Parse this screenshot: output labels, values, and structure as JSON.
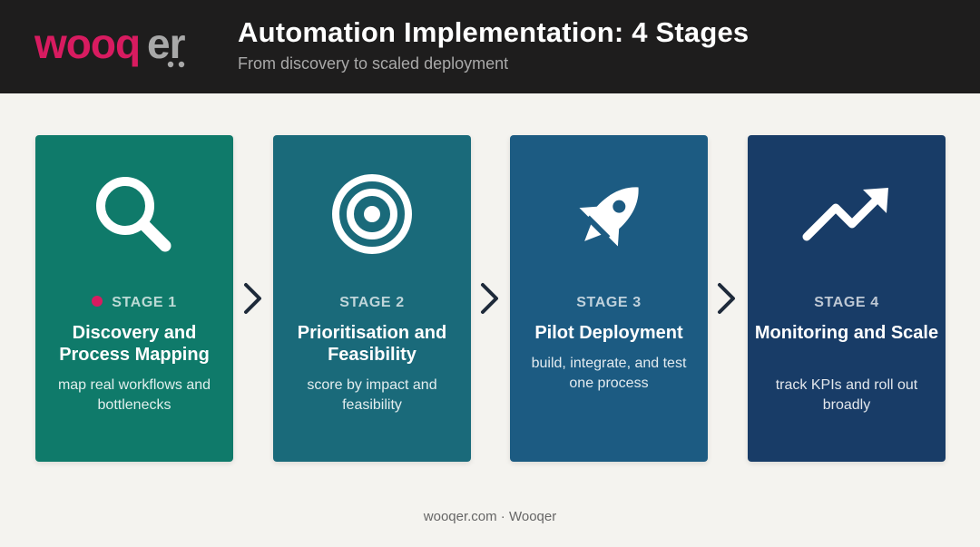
{
  "header": {
    "logo_text": "wooqer",
    "title": "Automation Implementation: 4 Stages",
    "subtitle": "From discovery to scaled deployment"
  },
  "colors": {
    "header_bg": "#1e1d1d",
    "page_bg": "#f4f3ef",
    "brand_pink": "#d81b60",
    "logo_gray": "#a8a8a8",
    "card_1": "#0f7a6a",
    "card_2": "#1a6a7a",
    "card_3": "#1c5b82",
    "card_4": "#183c67"
  },
  "stages": [
    {
      "icon": "magnifier-icon",
      "stage_label": "STAGE 1",
      "title": "Discovery and Process Mapping",
      "description": "map real workflows and bottlenecks",
      "active": true
    },
    {
      "icon": "target-icon",
      "stage_label": "STAGE 2",
      "title": "Prioritisation and Feasibility",
      "description": "score by impact and feasibility",
      "active": false
    },
    {
      "icon": "rocket-icon",
      "stage_label": "STAGE 3",
      "title": "Pilot Deployment",
      "description": "build, integrate, and test one process",
      "active": false
    },
    {
      "icon": "trend-up-icon",
      "stage_label": "STAGE 4",
      "title": "Monitoring and Scale",
      "description": "track KPIs and roll out broadly",
      "active": false
    }
  ],
  "connector_icon": "chevron-right-icon",
  "footer": {
    "text": "wooqer.com · Wooqer"
  }
}
